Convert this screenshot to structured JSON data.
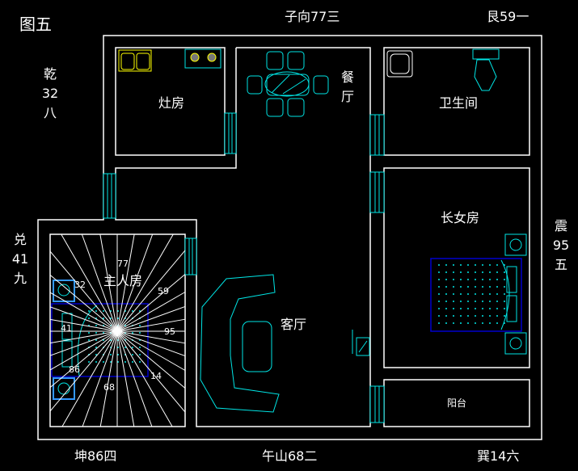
{
  "title": "图五",
  "directions": {
    "top": "子向77三",
    "top_right": "艮59一",
    "left_top": [
      "乾",
      "32",
      "八"
    ],
    "left_mid": [
      "兑",
      "41",
      "九"
    ],
    "right": [
      "震",
      "95",
      "五"
    ],
    "bottom_left": "坤86四",
    "bottom_mid": "午山68二",
    "bottom_right": "巽14六"
  },
  "rooms": {
    "kitchen": "灶房",
    "dining": [
      "餐",
      "厅"
    ],
    "bathroom": "卫生间",
    "daughter_room": "长女房",
    "master_room": "主人房",
    "living_room": "客厅",
    "balcony": "阳台"
  },
  "radial_numbers": [
    "77",
    "32",
    "59",
    "41",
    "95",
    "86",
    "14",
    "68"
  ],
  "colors": {
    "wall": "#ffffff",
    "furniture": "#00e5e5",
    "bed": "#0000cc",
    "fixture": "#ffff00"
  }
}
